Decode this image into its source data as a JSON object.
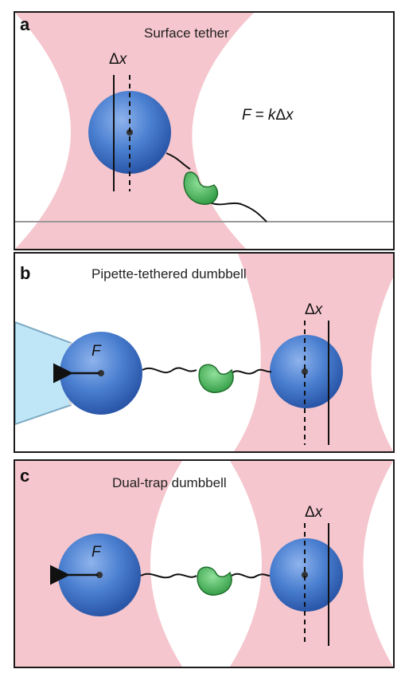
{
  "panels": [
    {
      "letter": "a",
      "title": "Surface tether",
      "force": "F",
      "equation_lhs": "F",
      "equation_rhs": " = k",
      "delta": "Δ",
      "var": "x"
    },
    {
      "letter": "b",
      "title": "Pipette-tethered dumbbell",
      "force": "F",
      "delta": "Δ",
      "var": "x"
    },
    {
      "letter": "c",
      "title": "Dual-trap dumbbell",
      "force": "F",
      "delta": "Δ",
      "var": "x"
    }
  ],
  "colors": {
    "laser": "#f2b3bd",
    "bead": "#3f72c4",
    "protein": "#3aa84a",
    "pipette": "#bfe6f7",
    "border": "#1a1a1a"
  }
}
